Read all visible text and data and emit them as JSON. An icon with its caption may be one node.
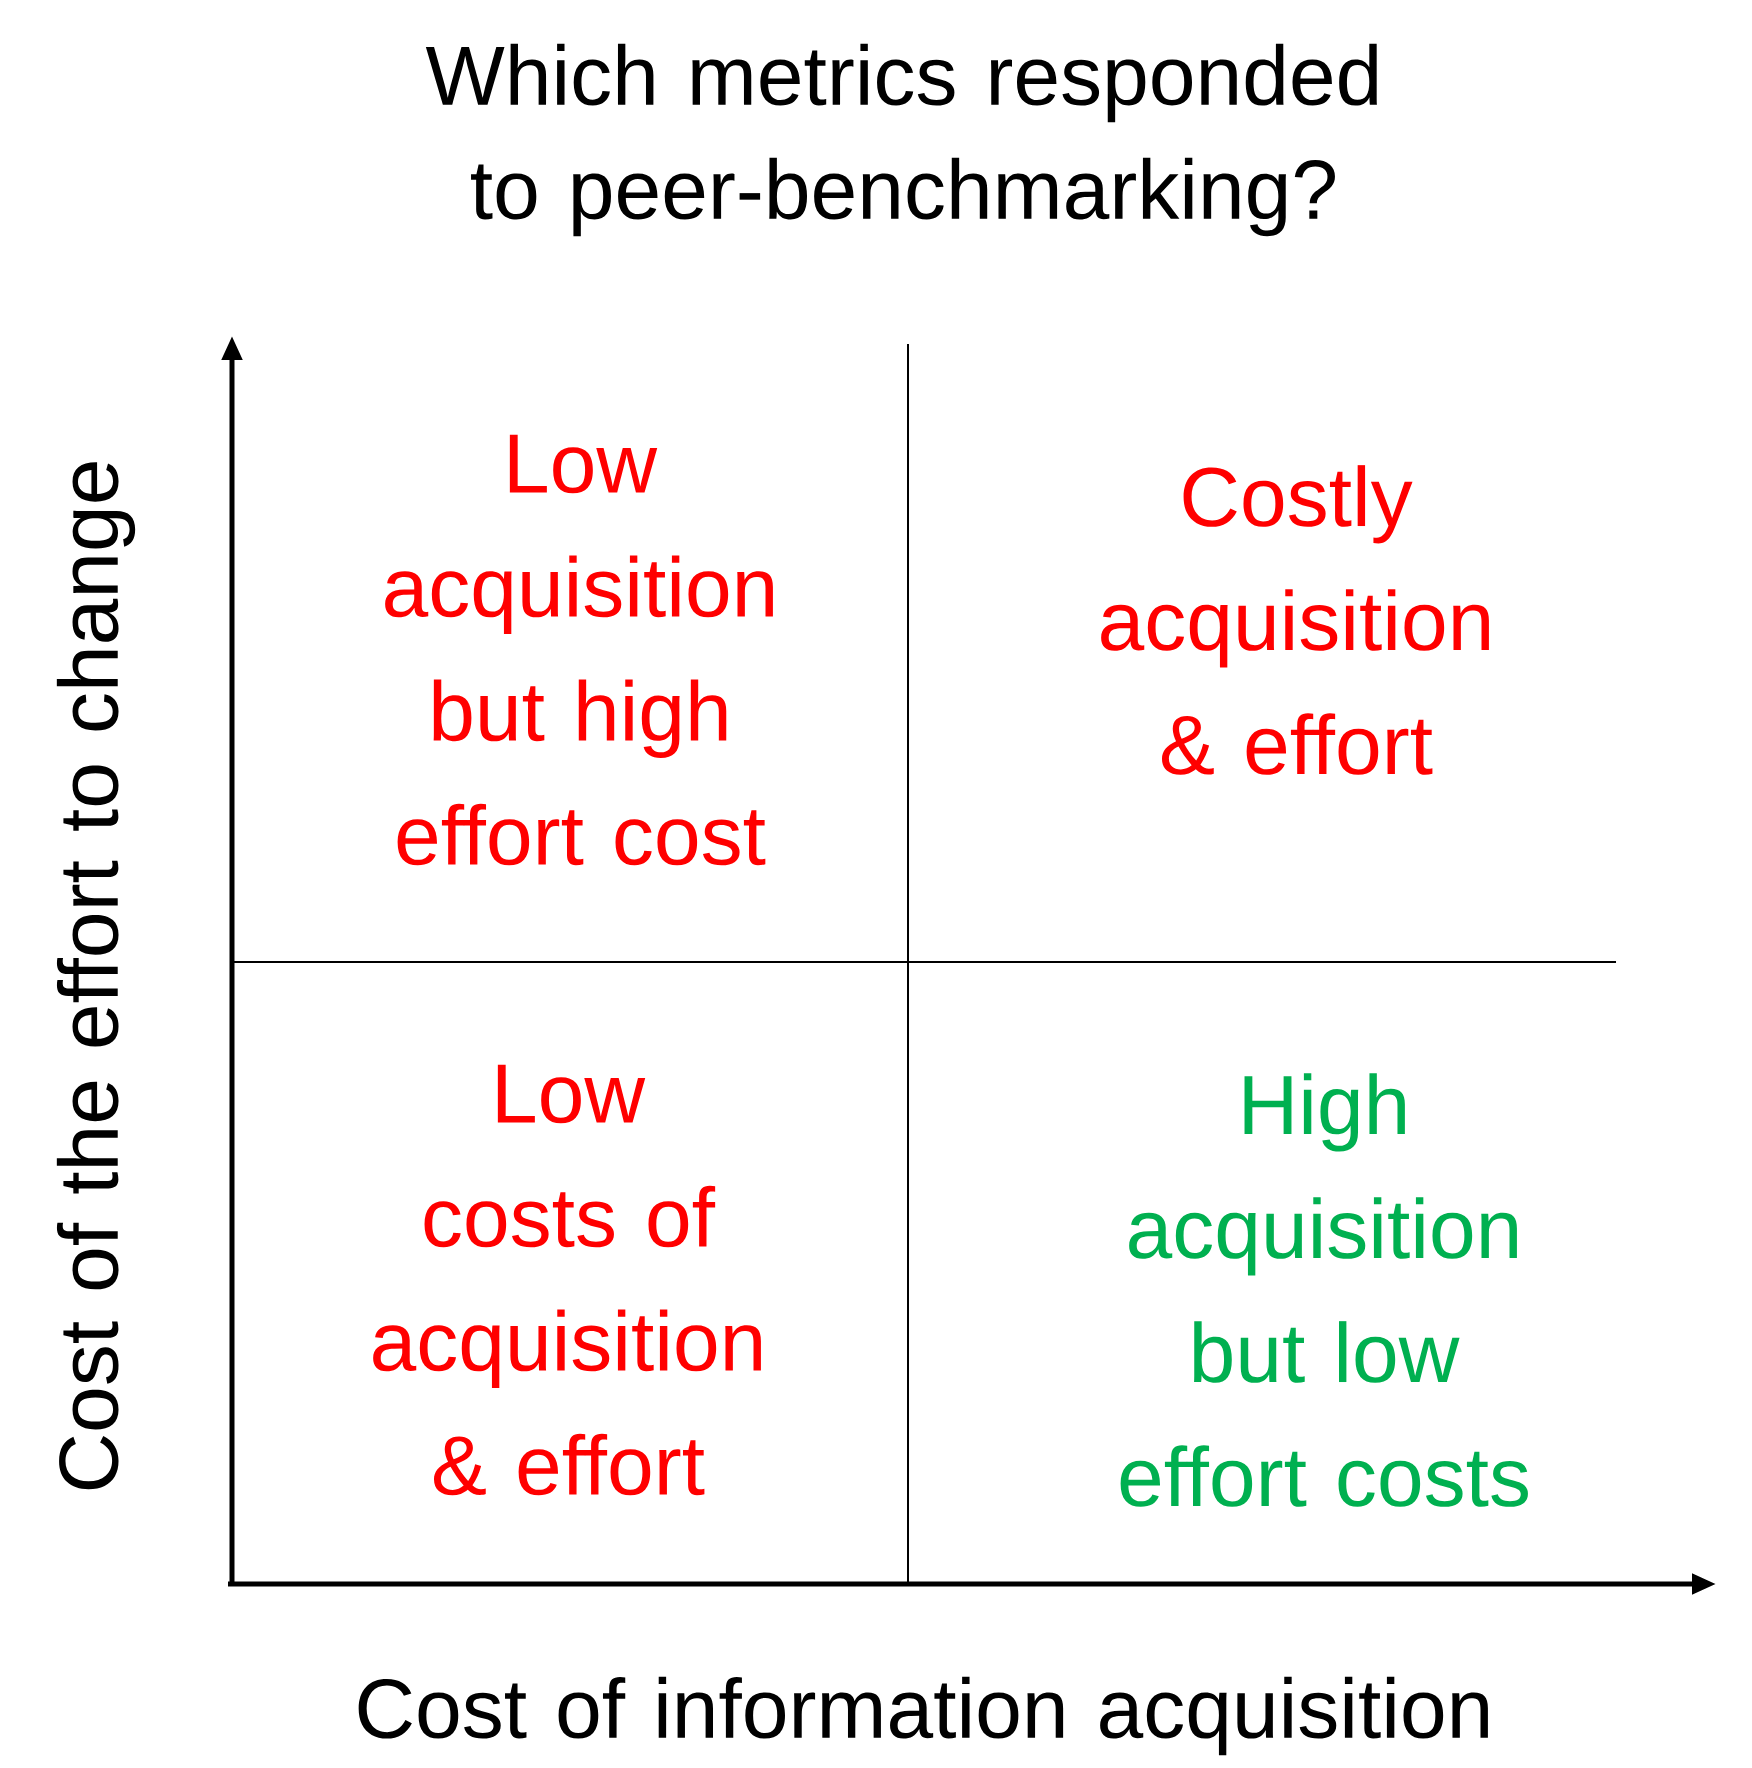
{
  "diagram": {
    "title": "Which metrics responded to peer-benchmarking?",
    "labels": [
      "Low acquisition but high effort cost",
      "Costly acquisition & effort",
      "Low costs of acquisition & effort",
      "High acquisition but low effort costs",
      "Cost of the effort to change",
      "Cost of information acquisition"
    ]
  }
}
